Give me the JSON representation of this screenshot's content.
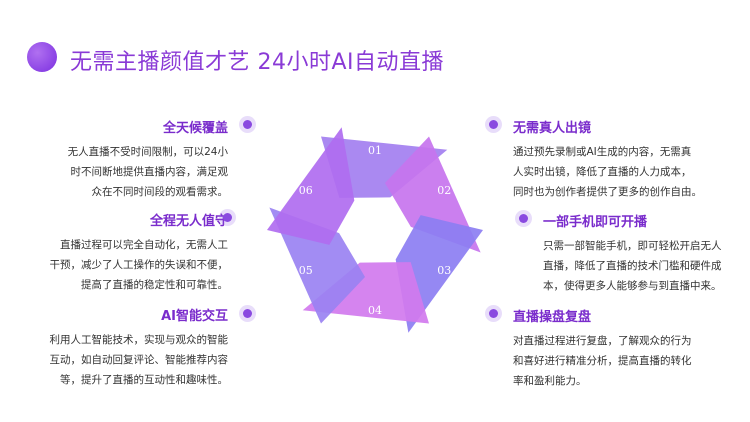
{
  "title": "无需主播颜值才艺 24小时AI自动直播",
  "ring": {
    "segments": [
      "01",
      "02",
      "03",
      "04",
      "05",
      "06"
    ],
    "colors": [
      "#a37ff0",
      "#c774ee",
      "#8c7ef2",
      "#d17aee",
      "#9a82f2",
      "#b06cf0"
    ]
  },
  "features": {
    "left": [
      {
        "title": "全天候覆盖",
        "lines": [
          "无人直播不受时间限制，可以24小",
          "时不间断地提供直播内容，满足观",
          "众在不同时间段的观看需求。"
        ]
      },
      {
        "title": "全程无人值守",
        "lines": [
          "直播过程可以完全自动化，无需人工",
          "干预，减少了人工操作的失误和不便，",
          "提高了直播的稳定性和可靠性。"
        ]
      },
      {
        "title": "AI智能交互",
        "lines": [
          "利用人工智能技术，实现与观众的智能",
          "互动，如自动回复评论、智能推荐内容",
          "等，提升了直播的互动性和趣味性。"
        ]
      }
    ],
    "right": [
      {
        "title": "无需真人出镜",
        "lines": [
          "通过预先录制或AI生成的内容，无需真",
          "人实时出镜，降低了直播的人力成本，",
          "同时也为创作者提供了更多的创作自由。"
        ]
      },
      {
        "title": "一部手机即可开播",
        "lines": [
          "只需一部智能手机，即可轻松开启无人",
          "直播，降低了直播的技术门槛和硬件成",
          "本，使得更多人能够参与到直播中来。"
        ]
      },
      {
        "title": "直播操盘复盘",
        "lines": [
          "对直播过程进行复盘，了解观众的行为",
          "和喜好进行精准分析，提高直播的转化",
          "率和盈利能力。"
        ]
      }
    ]
  }
}
